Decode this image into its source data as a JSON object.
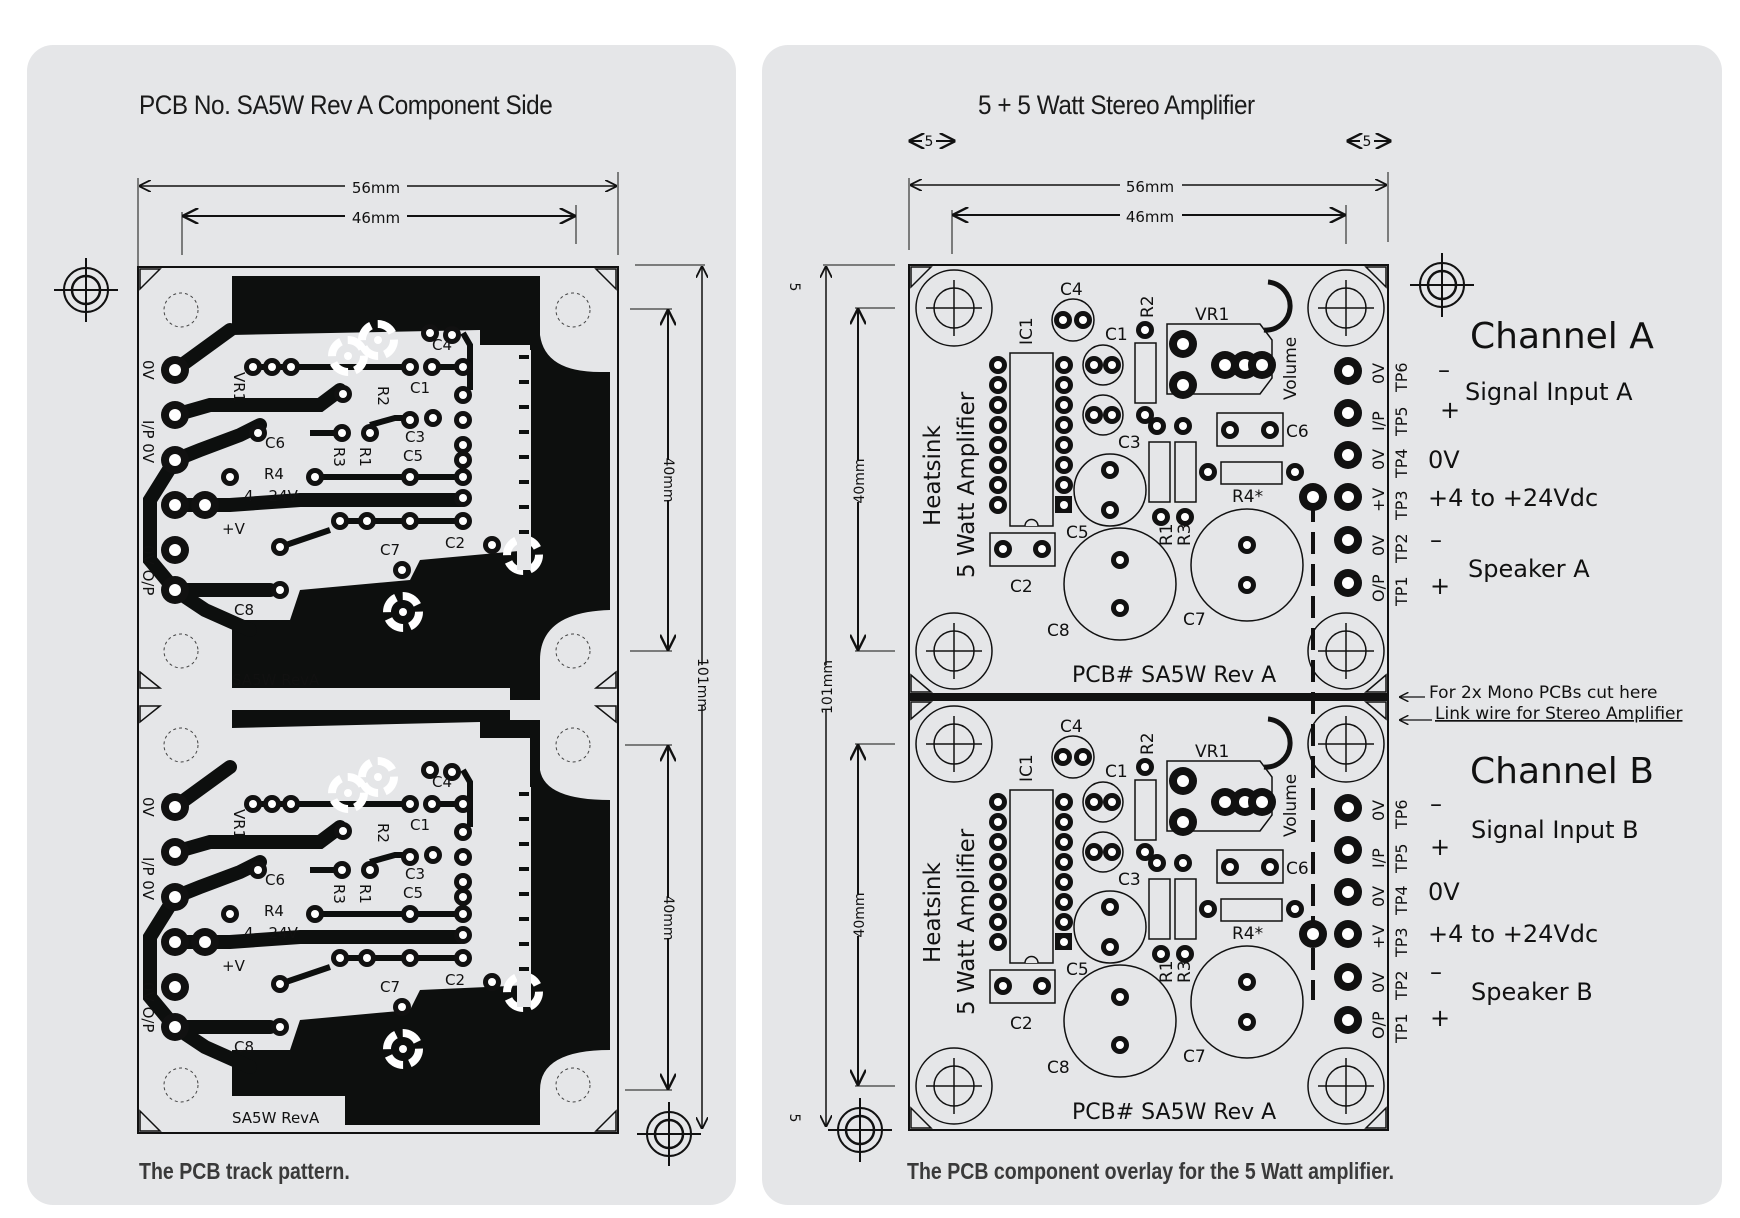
{
  "left_panel": {
    "title": "PCB No. SA5W Rev A Component Side",
    "caption": "The PCB track pattern.",
    "dim_width_outer": "56mm",
    "dim_width_inner": "46mm",
    "dim_height_section": "40mm",
    "dim_height_total": "101mm",
    "board_label": "SA5W RevA",
    "silk_labels": {
      "vr1": "VR1",
      "r2": "R2",
      "c1": "C1",
      "c4": "C4",
      "c6": "C6",
      "r3": "R3",
      "r1": "R1",
      "c3": "C3",
      "c5": "C5",
      "r4": "R4",
      "range": "4—24V",
      "plus_v": "+V",
      "c7": "C7",
      "c2": "C2",
      "c8": "C8"
    },
    "edge_labels": [
      "0V",
      "I/P 0V",
      "0V O/P"
    ]
  },
  "right_panel": {
    "title": "5 + 5 Watt Stereo Amplifier",
    "caption": "The PCB component overlay for the 5 Watt amplifier.",
    "dim_margin": "5",
    "dim_width_outer": "56mm",
    "dim_width_inner": "46mm",
    "dim_height_section": "40mm",
    "dim_height_total": "101mm",
    "board_label": "PCB# SA5W Rev A",
    "components": {
      "ic1": "IC1",
      "c4": "C4",
      "c1": "C1",
      "r2": "R2",
      "vr1": "VR1",
      "volume": "Volume",
      "c3": "C3",
      "c6": "C6",
      "c5": "C5",
      "r1": "R1",
      "r3": "R3",
      "r4": "R4*",
      "c2": "C2",
      "c8": "C8",
      "c7": "C7",
      "heatsink": "Heatsink",
      "amp": "5 Watt Amplifier"
    },
    "tp_labels": [
      {
        "tp": "TP6",
        "pin": "0V"
      },
      {
        "tp": "TP5",
        "pin": "I/P"
      },
      {
        "tp": "TP4",
        "pin": "0V"
      },
      {
        "tp": "TP3",
        "pin": "+V"
      },
      {
        "tp": "TP2",
        "pin": "0V"
      },
      {
        "tp": "TP1",
        "pin": "O/P"
      }
    ],
    "channels": [
      {
        "name": "Channel A",
        "signal_input": "Signal Input A",
        "ground": "0V",
        "supply": "+4 to +24Vdc",
        "speaker": "Speaker A",
        "minus": "–",
        "plus": "+"
      },
      {
        "name": "Channel B",
        "signal_input": "Signal Input B",
        "ground": "0V",
        "supply": "+4 to +24Vdc",
        "speaker": "Speaker B",
        "minus": "–",
        "plus": "+"
      }
    ],
    "cut_note": "For 2x Mono PCBs cut here",
    "link_note": "Link wire for Stereo Amplifier"
  }
}
